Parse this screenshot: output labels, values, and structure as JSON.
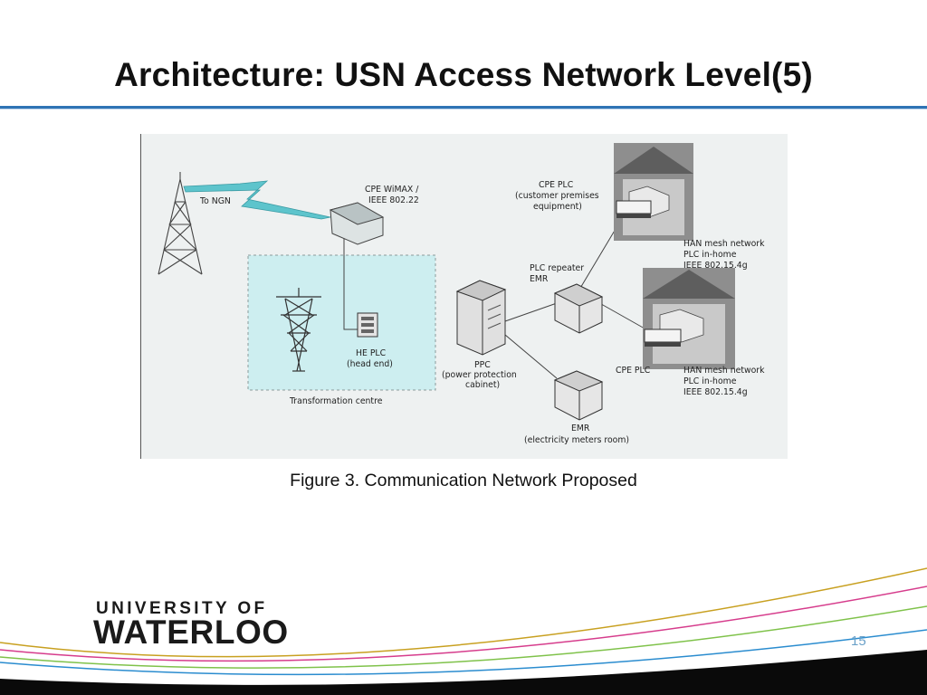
{
  "slide": {
    "title": "Architecture: USN Access Network Level(5)",
    "caption": "Figure 3. Communication Network Proposed",
    "page_number": "15"
  },
  "logo": {
    "line1": "UNIVERSITY OF",
    "line2": "WATERLOO"
  },
  "diagram": {
    "to_ngn": "To NGN",
    "cpe_wimax": [
      "CPE WiMAX /",
      "IEEE 802.22"
    ],
    "transformation_centre": "Transformation centre",
    "he_plc": [
      "HE PLC",
      "(head end)"
    ],
    "ppc": [
      "PPC",
      "(power protection",
      "cabinet)"
    ],
    "plc_repeater": [
      "PLC repeater",
      "EMR"
    ],
    "emr": [
      "EMR",
      "(electricity meters room)"
    ],
    "cpe_plc_top": [
      "CPE PLC",
      "(customer premises",
      "equipment)"
    ],
    "cpe_plc_bottom": "CPE PLC",
    "han_top": [
      "HAN mesh network",
      "PLC in-home",
      "IEEE 802.15.4g"
    ],
    "han_bottom": [
      "HAN mesh network",
      "PLC in-home",
      "IEEE 802.15.4g"
    ]
  },
  "colors": {
    "title_rule": "#2f74b5",
    "zone_fill": "#cdeef0",
    "wireless_bolt": "#5dc4cc"
  }
}
